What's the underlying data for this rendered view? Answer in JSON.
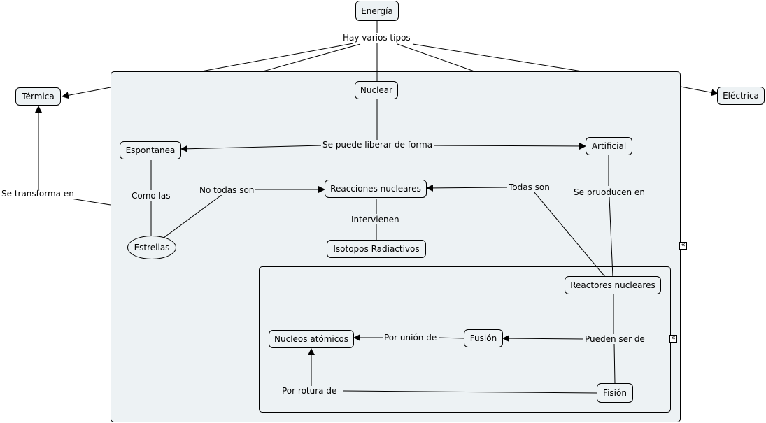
{
  "nodes": {
    "energia": "Energía",
    "termica": "Térmica",
    "electrica": "Eléctrica",
    "nuclear": "Nuclear",
    "espontanea": "Espontanea",
    "artificial": "Artificial",
    "reacciones": "Reacciones nucleares",
    "estrellas": "Estrellas",
    "isotopos": "Isotopos Radiactivos",
    "reactores": "Reactores nucleares",
    "nucleos": "Nucleos atómicos",
    "fusion": "Fusión",
    "fision": "Fisión"
  },
  "links": {
    "hay_varios_tipos": "Hay varios tipos",
    "se_transforma_en": "Se transforma en",
    "se_puede_liberar": "Se puede liberar de forma",
    "como_las": "Como las",
    "no_todas_son": "No todas son",
    "todas_son": "Todas son",
    "se_pruoducen_en": "Se pruoducen en",
    "intervienen": "Intervienen",
    "por_union_de": "Por unión de",
    "pueden_ser_de": "Pueden ser de",
    "por_rotura_de": "Por rotura de"
  },
  "controls": {
    "collapse_glyph": "«"
  }
}
